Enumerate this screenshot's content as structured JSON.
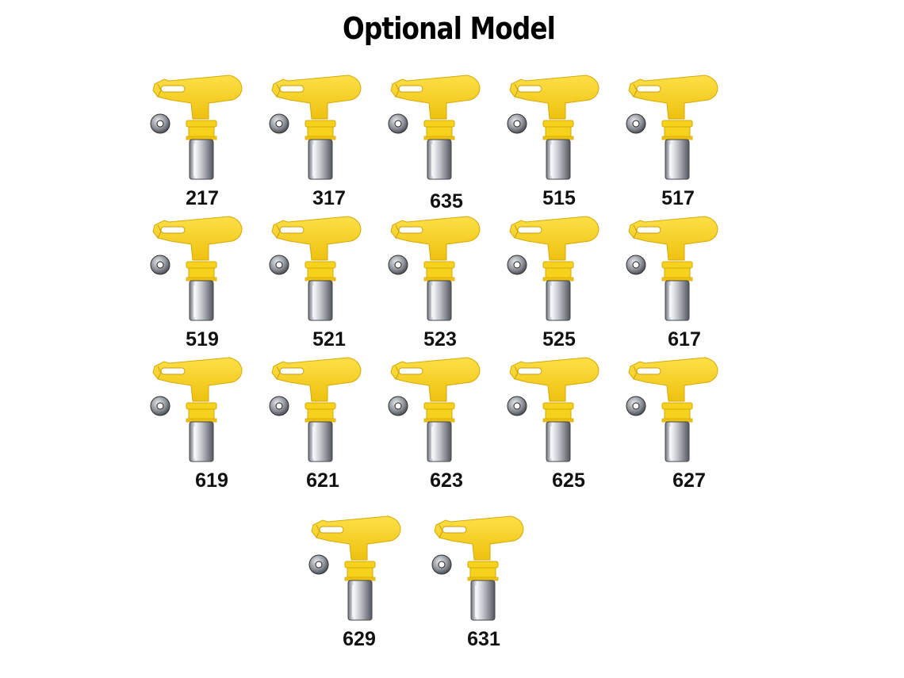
{
  "title": "Optional Model",
  "colors": {
    "tip_yellow": "#f6d21d",
    "metal": "#b8bcc2",
    "label": "#111111"
  },
  "icon": "spray-tip-icon",
  "models": [
    "217",
    "317",
    "635",
    "515",
    "517",
    "519",
    "521",
    "523",
    "525",
    "617",
    "619",
    "621",
    "623",
    "625",
    "627",
    "629",
    "631"
  ]
}
